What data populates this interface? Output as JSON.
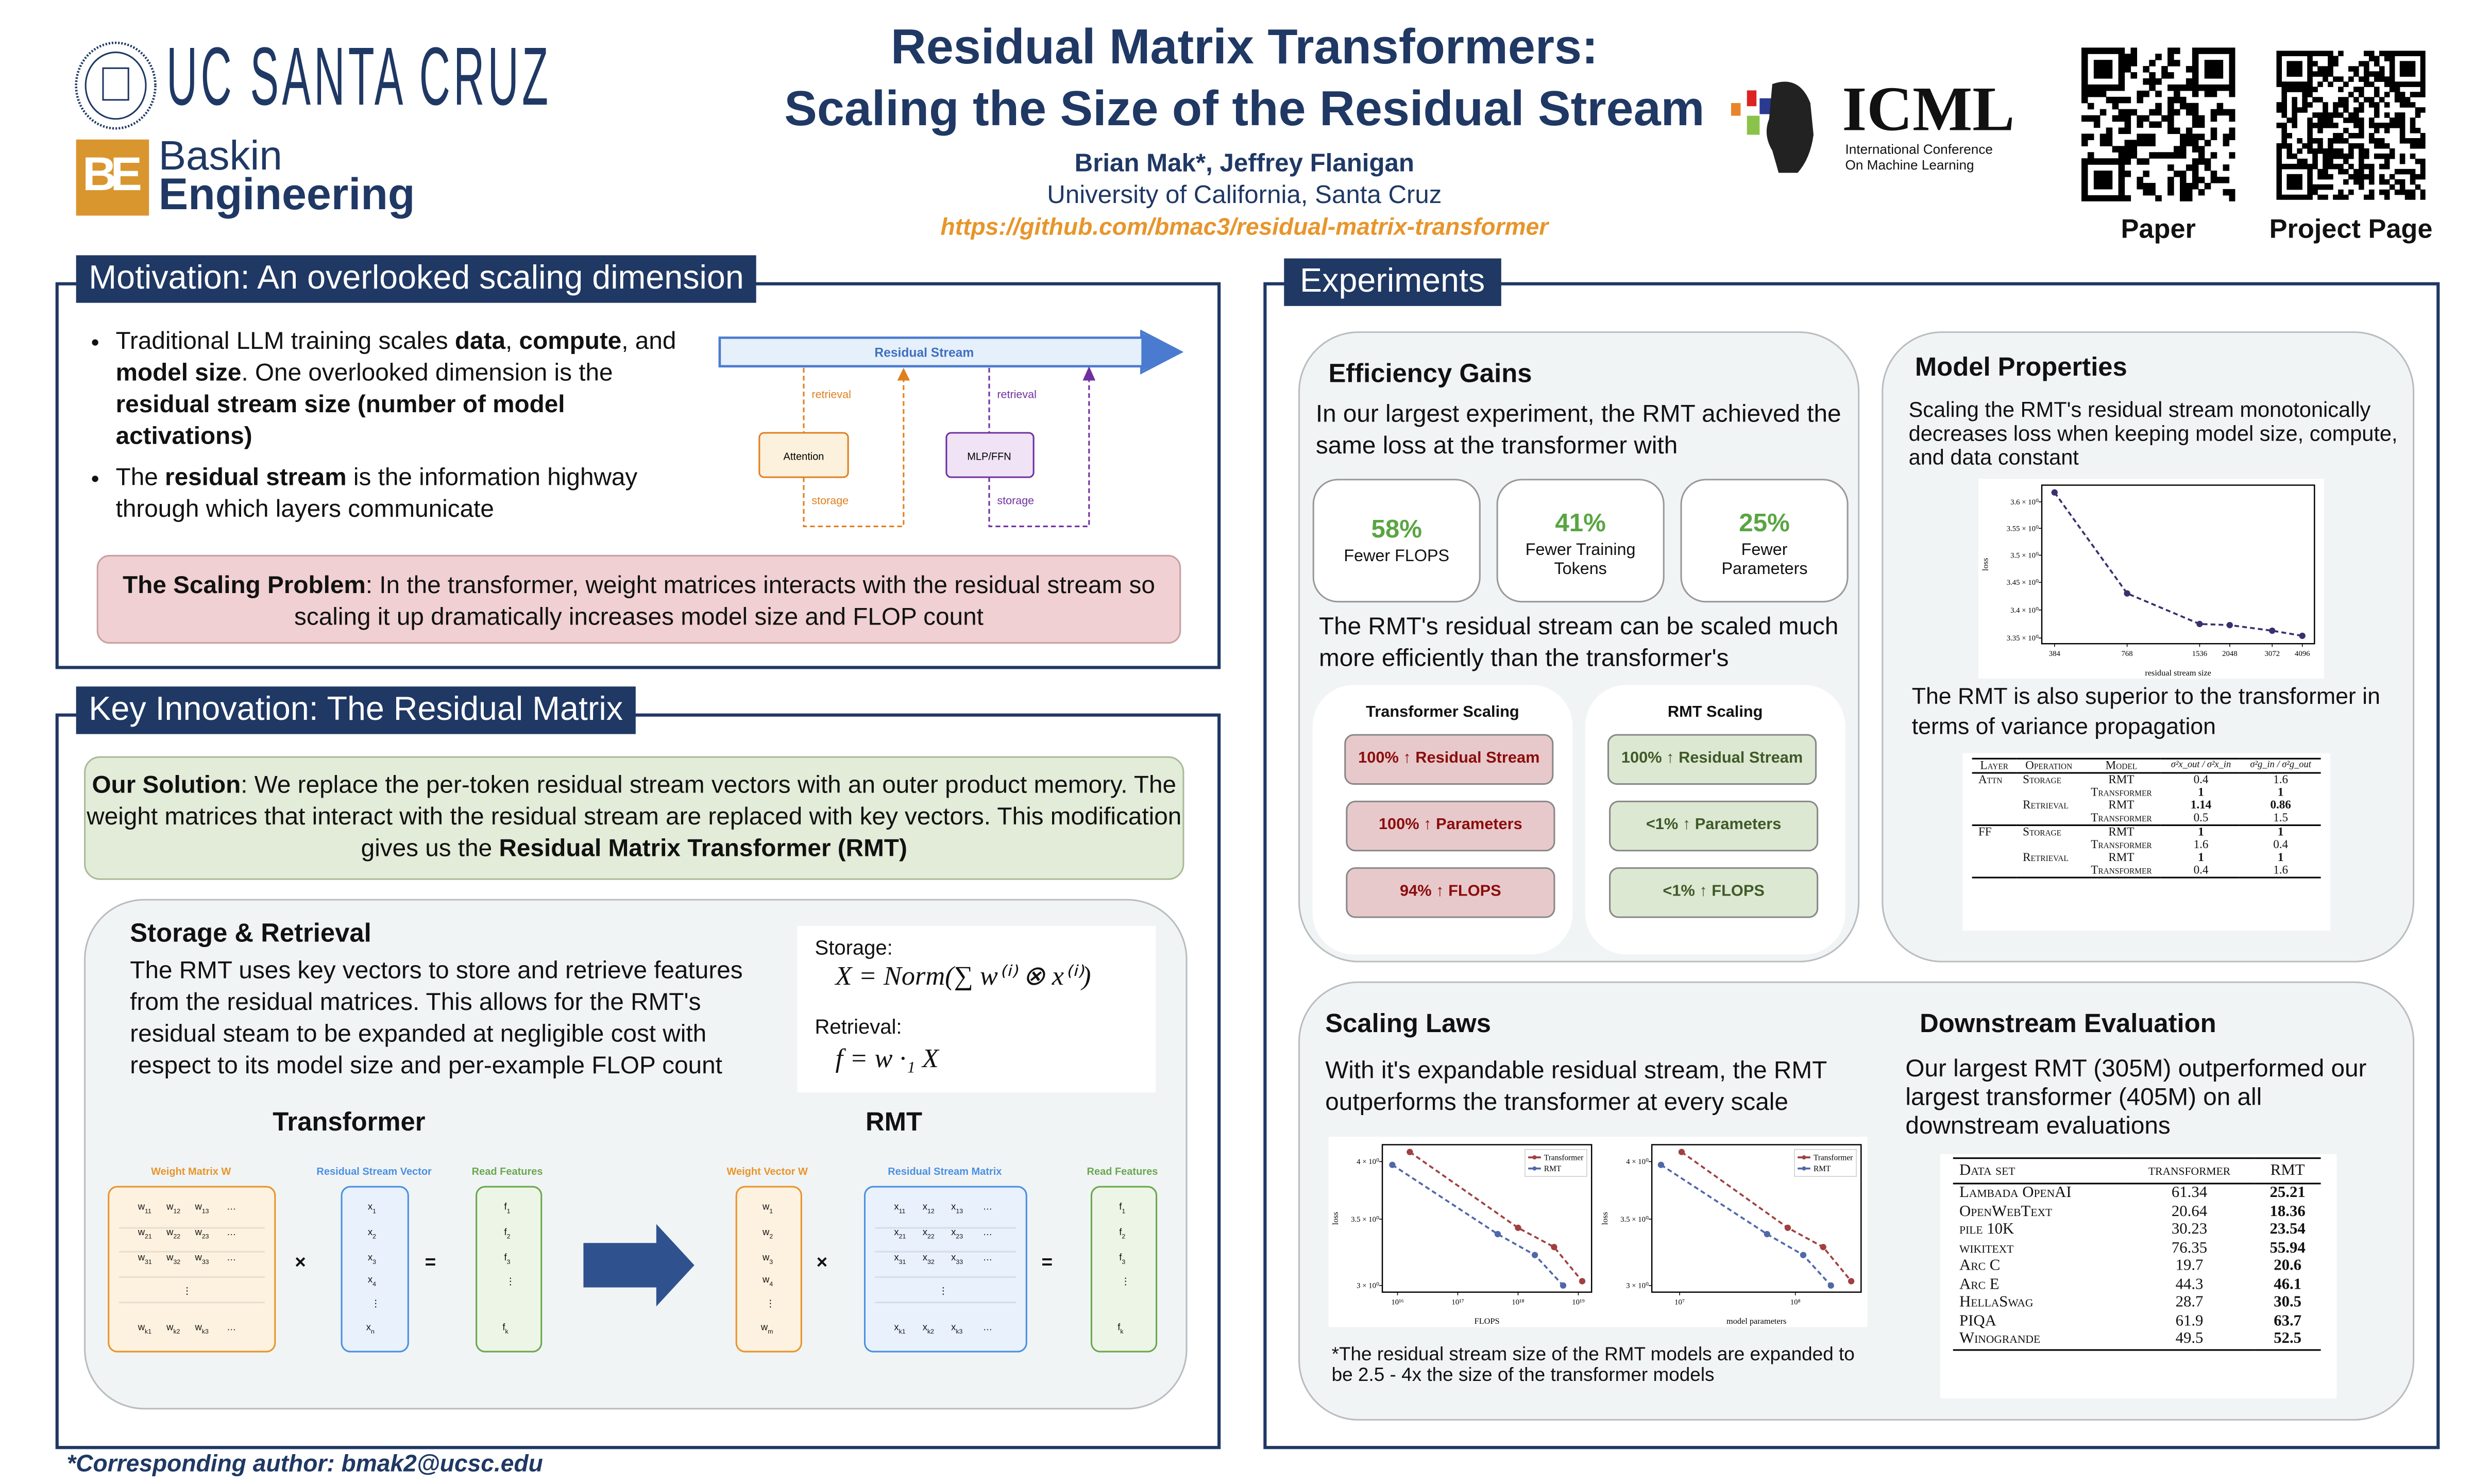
{
  "header": {
    "university_logo": "UC SANTA CRUZ",
    "school_logo_top": "Baskin",
    "school_logo_bottom": "Engineering",
    "title_line1": "Residual Matrix Transformers:",
    "title_line2": "Scaling the Size of the Residual Stream",
    "authors": "Brian Mak*, Jeffrey Flanigan",
    "affiliation": "University of California, Santa Cruz",
    "url": "https://github.com/bmac3/residual-matrix-transformer",
    "conference_logo": "ICML",
    "conference_sub1": "International Conference",
    "conference_sub2": "On Machine Learning",
    "qr_paper_label": "Paper",
    "qr_project_label": "Project Page"
  },
  "motivation": {
    "heading": "Motivation: An overlooked scaling dimension",
    "bullet1_parts": [
      "Traditional LLM training scales ",
      "data",
      ", ",
      "compute",
      ", and ",
      "model size",
      ". One overlooked dimension is the ",
      "residual stream size (number of model activations)"
    ],
    "bullet2_parts": [
      "The ",
      "residual stream",
      " is the information highway through which layers communicate"
    ],
    "diagram": {
      "stream": "Residual Stream",
      "attention": "Attention",
      "mlp": "MLP/FFN",
      "retrieval": "retrieval",
      "storage": "storage"
    },
    "problem_bold": "The Scaling Problem",
    "problem_text": ": In the transformer, weight matrices interacts with the residual stream so scaling it up dramatically increases model size and FLOP count"
  },
  "innovation": {
    "heading": "Key Innovation: The Residual Matrix",
    "solution_bold": "Our Solution",
    "solution_text": ": We replace the per-token residual stream vectors with an outer product memory. The weight matrices that interact with the residual stream are replaced  with key vectors. This modification gives us the ",
    "solution_bold2": "Residual Matrix Transformer (RMT)",
    "storage_heading": "Storage & Retrieval",
    "storage_text": "The RMT uses key vectors to store and retrieve features from the residual matrices. This allows for the RMT's residual steam to be expanded at negligible cost with respect to its model size and per-example FLOP count",
    "formula_storage_label": "Storage:",
    "formula_storage": "X = Norm(∑ w⁽ⁱ⁾ ⊗ x⁽ⁱ⁾)",
    "formula_retrieval_label": "Retrieval:",
    "formula_retrieval": "f = w ·₁ X",
    "transformer_label": "Transformer",
    "rmt_label": "RMT",
    "t_weight_label": "Weight Matrix W",
    "t_vector_label": "Residual Stream Vector",
    "t_read_label": "Read Features",
    "r_weight_label": "Weight Vector W",
    "r_matrix_label": "Residual Stream Matrix",
    "r_read_label": "Read Features",
    "times": "×",
    "equals": "="
  },
  "experiments": {
    "heading": "Experiments",
    "efficiency": {
      "heading": "Efficiency Gains",
      "intro": "In our largest experiment, the RMT achieved the same loss at the transformer with",
      "stats": [
        {
          "value": "58%",
          "label": "Fewer FLOPS"
        },
        {
          "value": "41%",
          "label": "Fewer Training Tokens"
        },
        {
          "value": "25%",
          "label": "Fewer Parameters"
        }
      ],
      "scaling_text": "The RMT's residual stream can be scaled much more efficiently than the transformer's",
      "transformer_title": "Transformer Scaling",
      "transformer_items": [
        "100% ↑ Residual Stream",
        "100% ↑ Parameters",
        "94% ↑ FLOPS"
      ],
      "rmt_title": "RMT Scaling",
      "rmt_items": [
        "100% ↑ Residual Stream",
        "<1% ↑ Parameters",
        "<1% ↑ FLOPS"
      ]
    },
    "properties": {
      "heading": "Model Properties",
      "text": "Scaling the RMT's residual stream monotonically decreases loss when keeping model size, compute, and data constant",
      "variance_text": "The RMT is also superior to the transformer in terms of variance propagation",
      "table_headers": [
        "Layer",
        "Operation",
        "Model",
        "σ²x_out / σ²x_in",
        "σ²g_in / σ²g_out"
      ],
      "table_rows": [
        {
          "layer": "Attn",
          "op": "Storage",
          "model": "RMT",
          "a": "0.4",
          "b": "1.6"
        },
        {
          "layer": "",
          "op": "",
          "model": "Transformer",
          "a": "1",
          "b": "1",
          "bold": true
        },
        {
          "layer": "",
          "op": "Retrieval",
          "model": "RMT",
          "a": "1.14",
          "b": "0.86",
          "bold": true
        },
        {
          "layer": "",
          "op": "",
          "model": "Transformer",
          "a": "0.5",
          "b": "1.5"
        },
        {
          "layer": "FF",
          "op": "Storage",
          "model": "RMT",
          "a": "1",
          "b": "1",
          "bold": true
        },
        {
          "layer": "",
          "op": "",
          "model": "Transformer",
          "a": "1.6",
          "b": "0.4"
        },
        {
          "layer": "",
          "op": "Retrieval",
          "model": "RMT",
          "a": "1",
          "b": "1",
          "bold": true
        },
        {
          "layer": "",
          "op": "",
          "model": "Transformer",
          "a": "0.4",
          "b": "1.6"
        }
      ]
    },
    "scaling_laws": {
      "heading": "Scaling Laws",
      "text": "With it's expandable residual stream, the RMT outperforms the transformer at every scale",
      "footnote": "*The residual stream size of the RMT models are expanded to be 2.5 - 4x the size of the transformer models"
    },
    "downstream": {
      "heading": "Downstream Evaluation",
      "text": "Our largest RMT (305M) outperformed our largest transformer (405M) on all downstream evaluations",
      "headers": [
        "Data set",
        "transformer",
        "RMT"
      ],
      "rows": [
        [
          "Lambada OpenAI",
          "61.34",
          "25.21"
        ],
        [
          "OpenWebText",
          "20.64",
          "18.36"
        ],
        [
          "pile 10K",
          "30.23",
          "23.54"
        ],
        [
          "wikitext",
          "76.35",
          "55.94"
        ],
        [
          "Arc C",
          "19.7",
          "20.6"
        ],
        [
          "Arc E",
          "44.3",
          "46.1"
        ],
        [
          "HellaSwag",
          "28.7",
          "30.5"
        ],
        [
          "PIQA",
          "61.9",
          "63.7"
        ],
        [
          "Winogrande",
          "49.5",
          "52.5"
        ]
      ]
    }
  },
  "footer": "*Corresponding author: bmak2@ucsc.edu",
  "colors": {
    "navy": "#1f3864",
    "orange": "#e8952b",
    "transformer": "#a04040",
    "rmt": "#5068a8",
    "rmt_single": "#3b2f6e",
    "green": "#5aa543"
  },
  "chart_data": [
    {
      "type": "line",
      "title": "",
      "xlabel": "residual stream size",
      "ylabel": "loss",
      "xscale": "log",
      "yscale": "log",
      "x": [
        384,
        768,
        1536,
        2048,
        3072,
        4096
      ],
      "xticks": [
        "384",
        "768",
        "1536",
        "2048",
        "3072",
        "4096"
      ],
      "yticks": [
        3.35,
        3.4,
        3.45,
        3.5,
        3.55,
        3.6
      ],
      "ytick_labels": [
        "3.35 × 10⁰",
        "3.4 × 10⁰",
        "3.45 × 10⁰",
        "3.5 × 10⁰",
        "3.55 × 10⁰",
        "3.6 × 10⁰"
      ],
      "xlim": [
        340,
        4600
      ],
      "ylim": [
        3.34,
        3.632
      ],
      "series": [
        {
          "name": "RMT",
          "values": [
            3.618,
            3.43,
            3.375,
            3.373,
            3.363,
            3.354
          ]
        }
      ],
      "legend": "none"
    },
    {
      "type": "line",
      "xlabel": "FLOPS",
      "ylabel": "loss",
      "xscale": "log",
      "yscale": "log",
      "xticks": [
        1e+16,
        1e+17,
        1e+18,
        1e+19
      ],
      "xtick_labels": [
        "10¹⁶",
        "10¹⁷",
        "10¹⁸",
        "10¹⁹"
      ],
      "yticks": [
        3,
        3.5,
        4
      ],
      "ytick_labels": [
        "3 × 10⁰",
        "3.5 × 10⁰",
        "4 × 10⁰"
      ],
      "xlim": [
        5600000000000000.0,
        1.66e+19
      ],
      "ylim": [
        2.954,
        4.16
      ],
      "legend": "top-right",
      "series": [
        {
          "name": "Transformer",
          "x": [
            1.6e+16,
            1e+18,
            3.96e+18,
            1.16e+19
          ],
          "values": [
            4.09,
            3.43,
            3.28,
            3.03
          ]
        },
        {
          "name": "RMT",
          "x": [
            8200000000000000.0,
            4.6e+17,
            1.9e+18,
            5.6e+18
          ],
          "values": [
            3.97,
            3.38,
            3.22,
            3.0
          ]
        }
      ]
    },
    {
      "type": "line",
      "xlabel": "model parameters",
      "ylabel": "loss",
      "xscale": "log",
      "yscale": "log",
      "xticks": [
        10000000.0,
        100000000.0
      ],
      "xtick_labels": [
        "10⁷",
        "10⁸"
      ],
      "yticks": [
        3,
        3.5,
        4
      ],
      "ytick_labels": [
        "3 × 10⁰",
        "3.5 × 10⁰",
        "4 × 10⁰"
      ],
      "xlim": [
        5750000.0,
        370000000.0
      ],
      "ylim": [
        2.954,
        4.16
      ],
      "legend": "top-right",
      "series": [
        {
          "name": "Transformer",
          "x": [
            10400000.0,
            86000000.0,
            174000000.0,
            304000000.0
          ],
          "values": [
            4.09,
            3.43,
            3.28,
            3.03
          ]
        },
        {
          "name": "RMT",
          "x": [
            6900000.0,
            57000000.0,
            117000000.0,
            203000000.0
          ],
          "values": [
            3.97,
            3.38,
            3.22,
            3.0
          ]
        }
      ]
    }
  ]
}
